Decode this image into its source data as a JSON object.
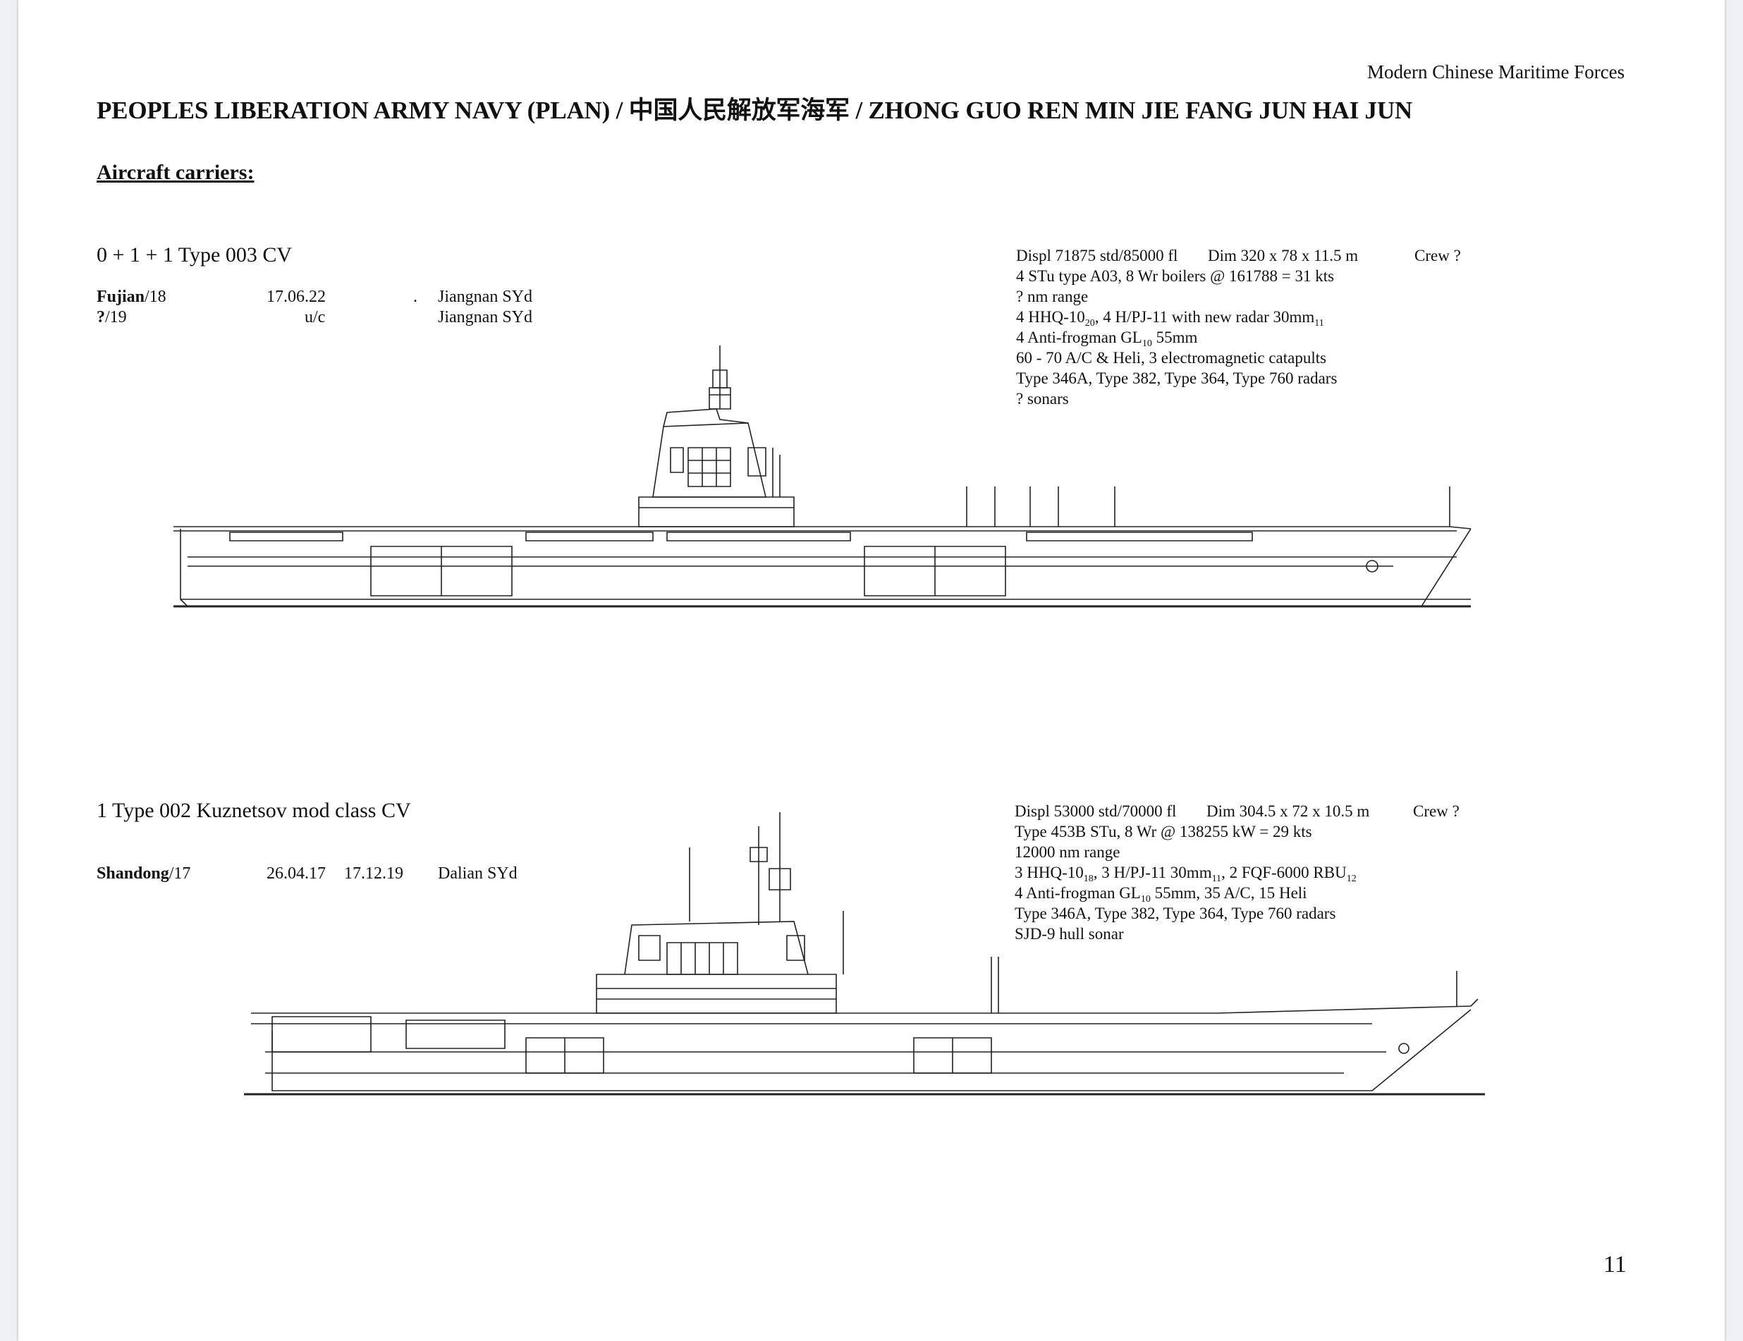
{
  "running_header": "Modern Chinese Maritime Forces",
  "page_title": "PEOPLES LIBERATION ARMY NAVY (PLAN) / 中国人民解放军海军 / ZHONG GUO REN MIN JIE FANG JUN HAI JUN",
  "section_heading": "Aircraft carriers:",
  "classes": [
    {
      "heading": "0 + 1 + 1 Type 003 CV",
      "ships": [
        {
          "name": "Fujian",
          "suffix": "/18",
          "launched": "17.06.22",
          "commissioned": "",
          "mark": ".",
          "yard": "Jiangnan SYd"
        },
        {
          "name": "?",
          "suffix": "/19",
          "launched": "",
          "commissioned": "u/c",
          "mark": "",
          "yard": "Jiangnan SYd"
        }
      ],
      "specs": {
        "displ": "Displ 71875 std/85000 fl",
        "dim": "Dim 320 x 78 x 11.5 m",
        "crew": "Crew ?",
        "propulsion": "4 STu type A03, 8 Wr boilers @ 161788 = 31 kts",
        "range": "? nm range",
        "arm1_a": "4 HHQ-10",
        "arm1_a_sub": "20",
        "arm1_b": ", 4 H/PJ-11 with new radar 30mm",
        "arm1_b_sub": "11",
        "arm2_a": "4 Anti-frogman GL",
        "arm2_a_sub": "10",
        "arm2_b": " 55mm",
        "air": "60 - 70 A/C & Heli, 3 electromagnetic catapults",
        "radars": "Type 346A, Type 382, Type 364, Type 760 radars",
        "sonar": "? sonars"
      }
    },
    {
      "heading": "1 Type 002 Kuznetsov mod class CV",
      "ships": [
        {
          "name": "Shandong",
          "suffix": "/17",
          "launched": "26.04.17",
          "commissioned": "17.12.19",
          "mark": "",
          "yard": "Dalian SYd"
        }
      ],
      "specs": {
        "displ": "Displ 53000 std/70000 fl",
        "dim": "Dim 304.5 x 72 x 10.5 m",
        "crew": "Crew ?",
        "propulsion": "Type 453B STu, 8 Wr @ 138255 kW = 29 kts",
        "range": "12000 nm range",
        "arm1_a": "3 HHQ-10",
        "arm1_a_sub": "18",
        "arm1_b": ", 3 H/PJ-11 30mm",
        "arm1_b_sub": "11",
        "arm1_c": ", 2 FQF-6000 RBU",
        "arm1_c_sub": "12",
        "arm2_a": "4 Anti-frogman GL",
        "arm2_a_sub": "10",
        "arm2_b": " 55mm, 35 A/C, 15 Heli",
        "radars": "Type 346A, Type 382, Type 364, Type 760 radars",
        "sonar": "SJD-9 hull sonar"
      }
    }
  ],
  "page_number": "11"
}
